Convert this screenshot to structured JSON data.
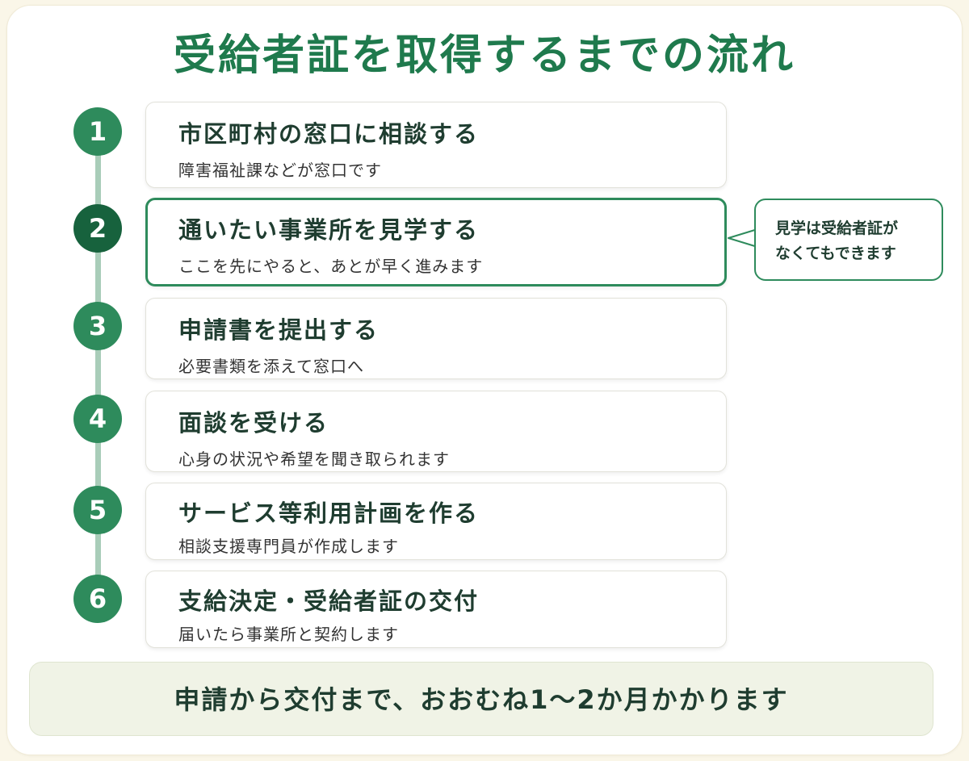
{
  "title": "受給者証を取得するまでの流れ",
  "steps": [
    {
      "number": "1",
      "title": "市区町村の窓口に相談する",
      "description": "障害福祉課などが窓口です"
    },
    {
      "number": "2",
      "title": "通いたい事業所を見学する",
      "description": "ここを先にやると、あとが早く進みます"
    },
    {
      "number": "3",
      "title": "申請書を提出する",
      "description": "必要書類を添えて窓口へ"
    },
    {
      "number": "4",
      "title": "面談を受ける",
      "description": "心身の状況や希望を聞き取られます"
    },
    {
      "number": "5",
      "title": "サービス等利用計画を作る",
      "description": "相談支援専門員が作成します"
    },
    {
      "number": "6",
      "title": "支給決定・受給者証の交付",
      "description": "届いたら事業所と契約します"
    }
  ],
  "callout": {
    "line1": "見学は受給者証が",
    "line2": "なくてもできます"
  },
  "footer": {
    "text": "申請から交付まで、おおむね1～2か月かかります"
  },
  "colors": {
    "accent": "#2e8b5c",
    "accent_dark": "#17623d",
    "title_green": "#1f7a4d",
    "timeline": "#a9cdb9",
    "background": "#faf6e8",
    "footer_bg": "#f0f3e6"
  }
}
